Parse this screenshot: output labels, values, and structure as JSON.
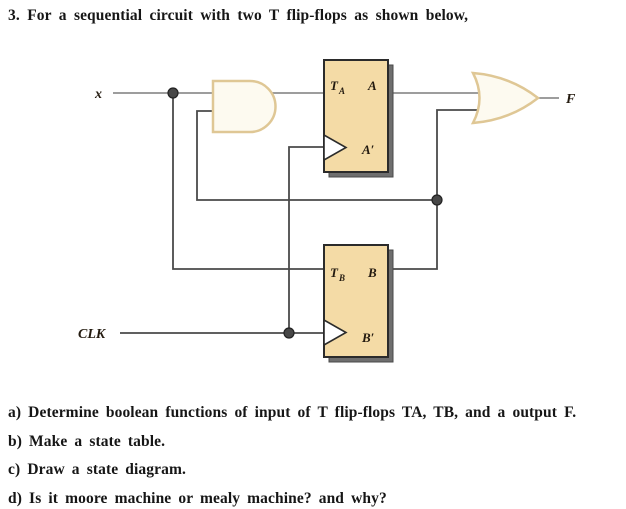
{
  "title": "3. For a sequential circuit with two T flip-flops as shown below,",
  "circuit": {
    "input_label": "x",
    "clock_label": "CLK",
    "output_label": "F",
    "flipflop_a": {
      "t": "T",
      "t_sub": "A",
      "q": "A",
      "q_not": "A′"
    },
    "flipflop_b": {
      "t": "T",
      "t_sub": "B",
      "q": "B",
      "q_not": "B′"
    }
  },
  "questions": [
    "a) Determine boolean functions of input of T flip-flops TA, TB, and a output F.",
    "b) Make a state table.",
    "c) Draw a state diagram.",
    "d) Is it moore machine or mealy machine? and why?"
  ],
  "colors": {
    "flipflop_fill": "#f4dba6",
    "flipflop_border": "#2b2b2b",
    "flipflop_shadow": "#6e6e6e",
    "gate_outline": "#dfc795",
    "gate_fill": "#fdfaf0",
    "wire_light": "#8f8f8f",
    "wire_dark": "#4a4a4a",
    "text": "#161616"
  }
}
